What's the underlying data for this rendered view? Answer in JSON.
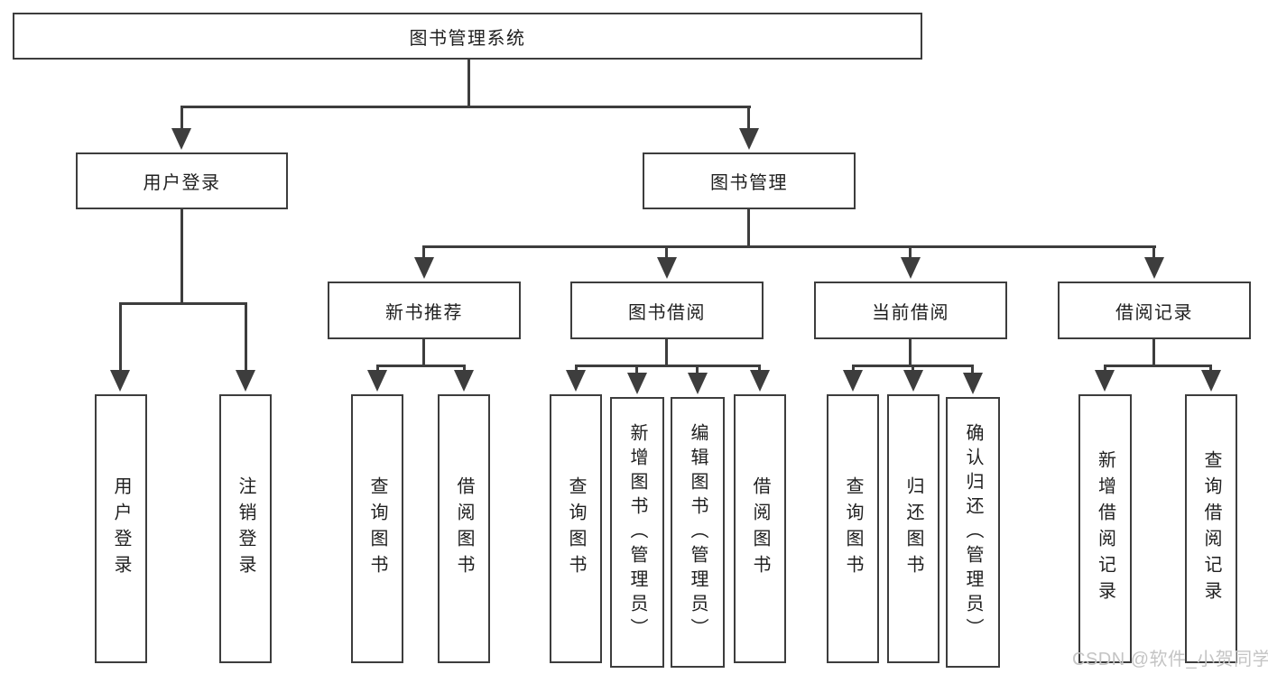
{
  "root": {
    "label": "图书管理系统"
  },
  "level2": {
    "user_login": "用户登录",
    "book_mgmt": "图书管理"
  },
  "level3": {
    "new_book": "新书推荐",
    "borrow": "图书借阅",
    "current": "当前借阅",
    "records": "借阅记录"
  },
  "leaves": {
    "user_login": [
      "用户登录",
      "注销登录"
    ],
    "new_book": [
      "查询图书",
      "借阅图书"
    ],
    "borrow": [
      "查询图书",
      "新增图书（管理员）",
      "编辑图书（管理员）",
      "借阅图书"
    ],
    "current": [
      "查询图书",
      "归还图书",
      "确认归还（管理员）"
    ],
    "records": [
      "新增借阅记录",
      "查询借阅记录"
    ]
  },
  "watermark": {
    "text": "CSDN @软件_小贺同学",
    "color": "#c4c4c4"
  },
  "colors": {
    "line": "#3d3d3d",
    "box_border": "#3d3d3d",
    "text": "#1f1f1f",
    "background": "#ffffff"
  }
}
